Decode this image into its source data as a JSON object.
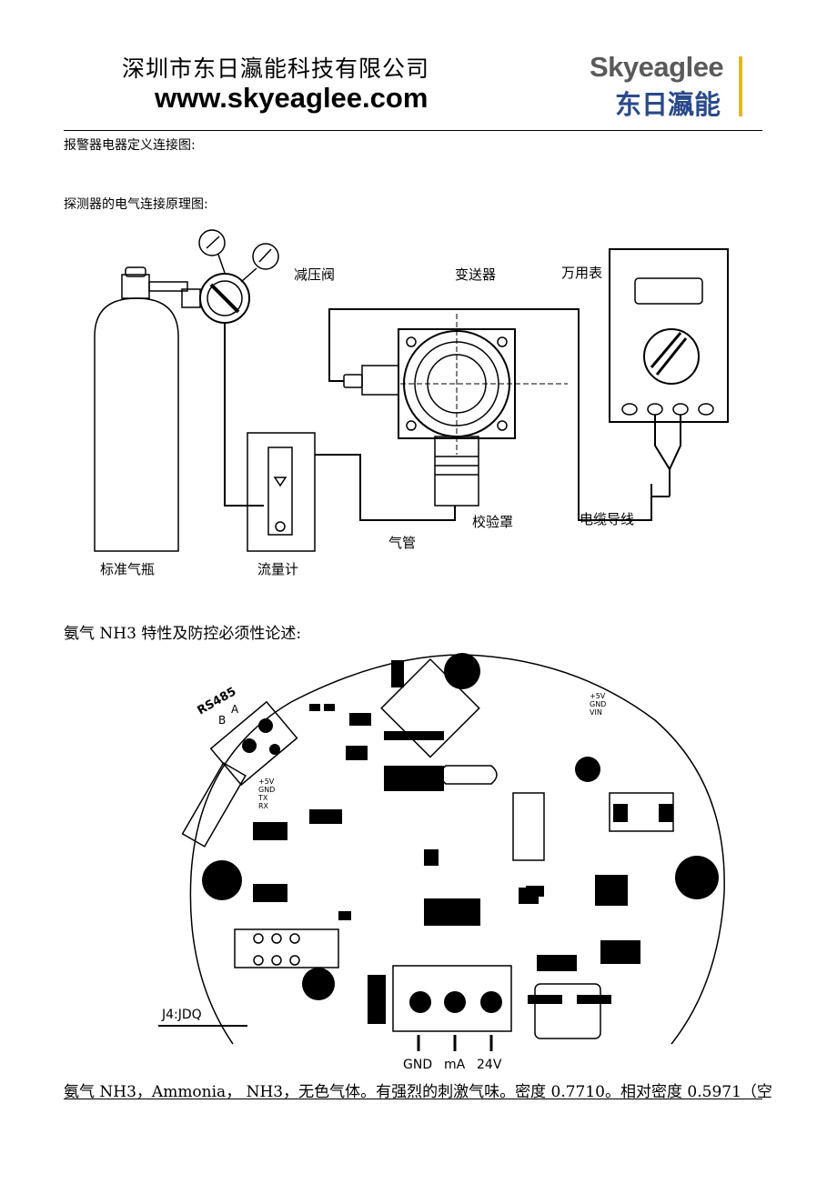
{
  "header": {
    "company_name": "深圳市东日瀛能科技有限公司",
    "website": "www.skyeaglee.com",
    "logo_en": "Skyeaglee",
    "logo_zh": "东日瀛能"
  },
  "sections": {
    "wiring_definition": "报警器电器定义连接图:",
    "electrical_principle": "探测器的电气连接原理图:",
    "nh3_heading": "氨气 NH3 特性及防控必须性论述:"
  },
  "diagram": {
    "cylinder_label": "标准气瓶",
    "flowmeter_label": "流量计",
    "regulator_label": "减压阀",
    "transmitter_label": "变送器",
    "multimeter_label": "万用表",
    "gas_pipe_label": "气管",
    "calibration_cap_label": "校验罩",
    "cable_label": "电缆导线"
  },
  "pcb": {
    "rs485": "RS485",
    "pin_a": "A",
    "pin_b": "B",
    "uart_pins": [
      "+5V",
      "GND",
      "TX",
      "RX"
    ],
    "power_pins": [
      "+5V",
      "GND",
      "VIN"
    ],
    "j4": "J4:JDQ",
    "terminal_labels": [
      "GND",
      "mA",
      "24V"
    ]
  },
  "body_text": "氨气 NH3，Ammonia， NH3，无色气体。有强烈的刺激气味。密度 0.7710。相对密度 0.5971（空"
}
